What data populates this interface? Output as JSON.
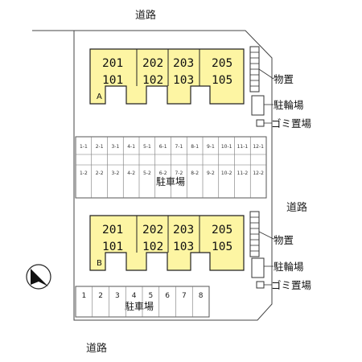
{
  "map": {
    "roads": {
      "top": "道路",
      "right": "道路",
      "bottom": "道路"
    },
    "colors": {
      "building": "#fdf5a3",
      "line": "#333333",
      "background": "#ffffff"
    },
    "north_arrow": "north-arrow",
    "building_a": {
      "letter": "A",
      "units": [
        {
          "upper": "201",
          "lower": "101"
        },
        {
          "upper": "202",
          "lower": "102"
        },
        {
          "upper": "203",
          "lower": "103"
        },
        {
          "upper": "205",
          "lower": "105"
        }
      ]
    },
    "building_b": {
      "letter": "B",
      "units": [
        {
          "upper": "201",
          "lower": "101"
        },
        {
          "upper": "202",
          "lower": "102"
        },
        {
          "upper": "203",
          "lower": "103"
        },
        {
          "upper": "205",
          "lower": "105"
        }
      ]
    },
    "facilities_a": {
      "storage": "物置",
      "bicycle": "駐輪場",
      "garbage": "ゴミ置場"
    },
    "facilities_b": {
      "storage": "物置",
      "bicycle": "駐輪場",
      "garbage": "ゴミ置場"
    },
    "parking_center": {
      "label": "駐車場",
      "row1": [
        "1-1",
        "2-1",
        "3-1",
        "4-1",
        "5-1",
        "6-1",
        "7-1",
        "8-1",
        "9-1",
        "10-1",
        "11-1",
        "12-1"
      ],
      "row2": [
        "1-2",
        "2-2",
        "3-2",
        "4-2",
        "5-2",
        "6-2",
        "7-2",
        "8-2",
        "9-2",
        "10-2",
        "11-2",
        "12-2"
      ]
    },
    "parking_bottom": {
      "label": "駐車場",
      "spaces": [
        "1",
        "2",
        "3",
        "4",
        "5",
        "6",
        "7",
        "8"
      ]
    }
  }
}
